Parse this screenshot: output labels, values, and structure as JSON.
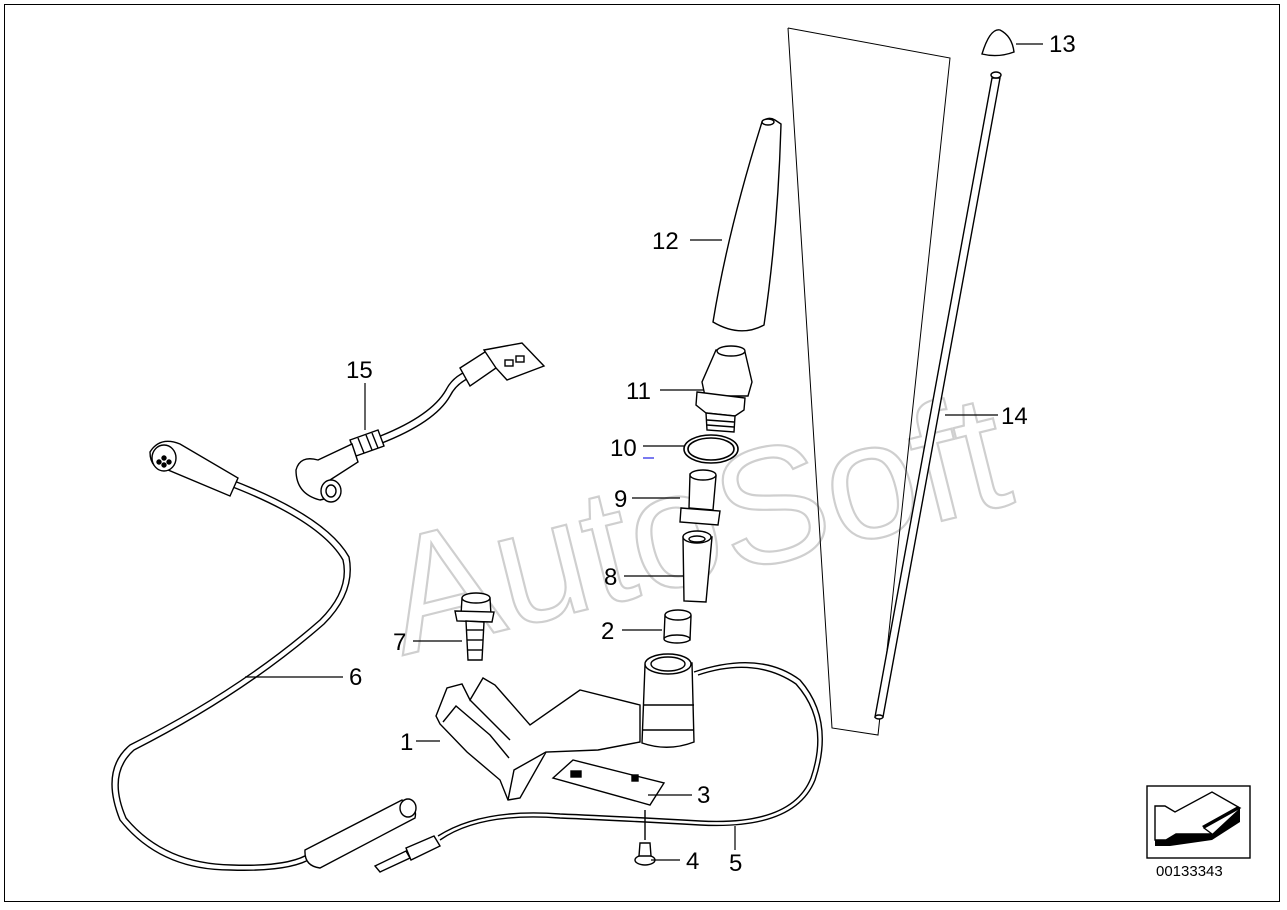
{
  "watermark": "AutoSoft",
  "diagram_code": "00133343",
  "callouts": {
    "c1": "1",
    "c2": "2",
    "c3": "3",
    "c4": "4",
    "c5": "5",
    "c6": "6",
    "c7": "7",
    "c8": "8",
    "c9": "9",
    "c10": "10",
    "c11": "11",
    "c12": "12",
    "c13": "13",
    "c14": "14",
    "c15": "15"
  },
  "icons": {
    "nav": "diagram-navigation-arrow-icon"
  },
  "colors": {
    "line": "#000000",
    "watermark": "#cfcfcf",
    "part_fill": "#ffffff"
  }
}
